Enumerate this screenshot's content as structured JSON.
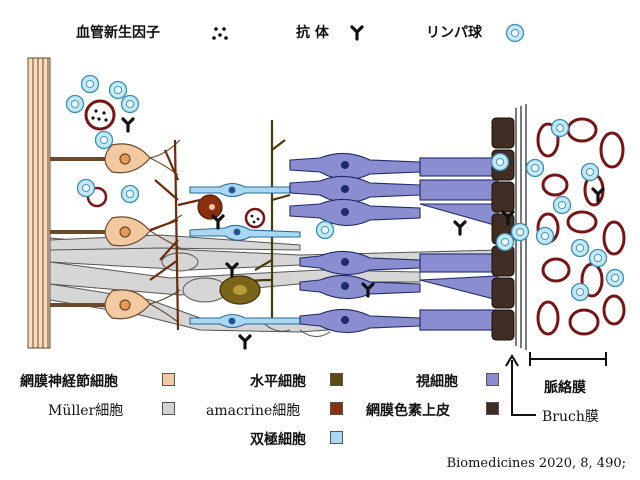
{
  "top_legend": {
    "vegf": "血管新生因子",
    "antibody": "抗 体",
    "lymphocyte": "リンパ球"
  },
  "bottom_legend": {
    "ganglion": "網膜神経節細胞",
    "muller": "Müller細胞",
    "horizontal": "水平細胞",
    "amacrine": "amacrine細胞",
    "bipolar": "双極細胞",
    "photoreceptor": "視細胞",
    "rpe": "網膜色素上皮",
    "choroid": "脈絡膜",
    "bruch": "Bruch膜"
  },
  "colors": {
    "ganglion": "#f3c9a2",
    "muller": "#d2d2d2",
    "horizontal": "#5c4a12",
    "amacrine": "#8c2f0e",
    "bipolar": "#a9d8f2",
    "photoreceptor": "#8a8ed0",
    "rpe": "#3f2c22",
    "vessel": "#7a1414",
    "lymphocyte": "#bfe6f6"
  },
  "citation": "Biomedicines 2020, 8, 490;"
}
